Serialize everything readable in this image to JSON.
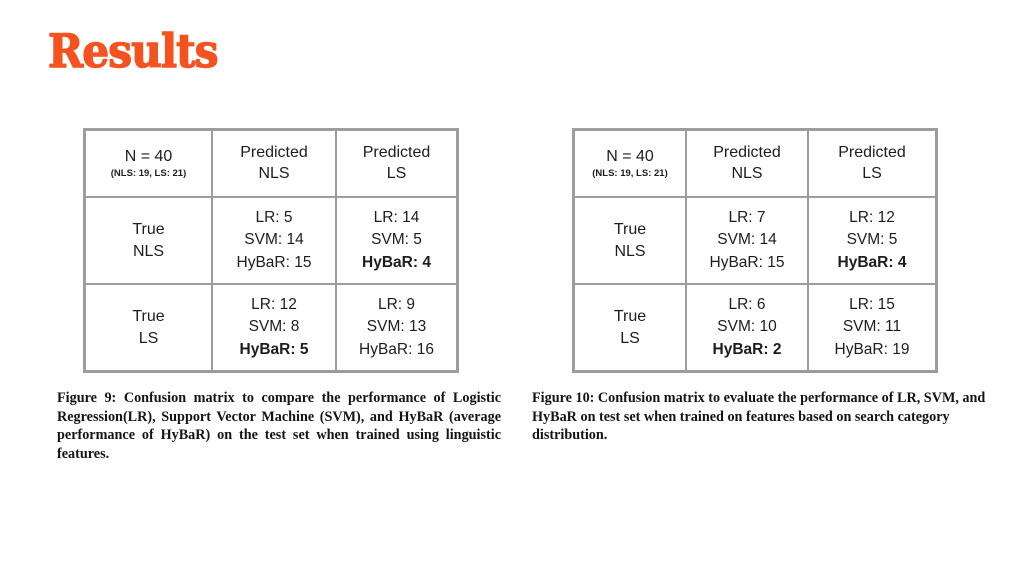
{
  "slide": {
    "title": "Results",
    "title_color": "#f4521f",
    "background": "#ffffff"
  },
  "palette": {
    "grid_border": "#9d9d9d",
    "highlight_green": "#bcd5ae",
    "highlight_yellow": "#f8ce50",
    "text": "#1d1d1d"
  },
  "figures": [
    {
      "id": "figure-9",
      "table": {
        "corner": {
          "main": "N = 40",
          "sub": "(NLS: 19, LS: 21)"
        },
        "column_headers": [
          {
            "line1": "Predicted",
            "line2": "NLS"
          },
          {
            "line1": "Predicted",
            "line2": "LS"
          }
        ],
        "rows": [
          {
            "label": {
              "line1": "True",
              "line2": "NLS"
            },
            "cells": [
              {
                "highlight": "none",
                "metrics": [
                  {
                    "model": "LR",
                    "value": "5",
                    "bold": false
                  },
                  {
                    "model": "SVM",
                    "value": "14",
                    "bold": false
                  },
                  {
                    "model": "HyBaR",
                    "value": "15",
                    "bold": false
                  }
                ]
              },
              {
                "highlight": "green",
                "metrics": [
                  {
                    "model": "LR",
                    "value": "14",
                    "bold": false
                  },
                  {
                    "model": "SVM",
                    "value": "5",
                    "bold": false
                  },
                  {
                    "model": "HyBaR",
                    "value": "4",
                    "bold": true
                  }
                ]
              }
            ]
          },
          {
            "label": {
              "line1": "True",
              "line2": "LS"
            },
            "cells": [
              {
                "highlight": "yellow",
                "metrics": [
                  {
                    "model": "LR",
                    "value": "12",
                    "bold": false
                  },
                  {
                    "model": "SVM",
                    "value": "8",
                    "bold": false
                  },
                  {
                    "model": "HyBaR",
                    "value": "5",
                    "bold": true
                  }
                ]
              },
              {
                "highlight": "none",
                "metrics": [
                  {
                    "model": "LR",
                    "value": "9",
                    "bold": false
                  },
                  {
                    "model": "SVM",
                    "value": "13",
                    "bold": false
                  },
                  {
                    "model": "HyBaR",
                    "value": "16",
                    "bold": false
                  }
                ]
              }
            ]
          }
        ]
      },
      "caption": "Figure 9: Confusion matrix to compare the performance of Logistic Regression(LR), Support Vector Machine (SVM), and HyBaR (average performance of HyBaR) on the test set when trained using linguistic features."
    },
    {
      "id": "figure-10",
      "table": {
        "corner": {
          "main": "N = 40",
          "sub": "(NLS: 19, LS: 21)"
        },
        "column_headers": [
          {
            "line1": "Predicted",
            "line2": "NLS"
          },
          {
            "line1": "Predicted",
            "line2": "LS"
          }
        ],
        "rows": [
          {
            "label": {
              "line1": "True",
              "line2": "NLS"
            },
            "cells": [
              {
                "highlight": "none",
                "metrics": [
                  {
                    "model": "LR",
                    "value": "7",
                    "bold": false
                  },
                  {
                    "model": "SVM",
                    "value": "14",
                    "bold": false
                  },
                  {
                    "model": "HyBaR",
                    "value": "15",
                    "bold": false
                  }
                ]
              },
              {
                "highlight": "green",
                "metrics": [
                  {
                    "model": "LR",
                    "value": "12",
                    "bold": false
                  },
                  {
                    "model": "SVM",
                    "value": "5",
                    "bold": false
                  },
                  {
                    "model": "HyBaR",
                    "value": "4",
                    "bold": true
                  }
                ]
              }
            ]
          },
          {
            "label": {
              "line1": "True",
              "line2": "LS"
            },
            "cells": [
              {
                "highlight": "yellow",
                "metrics": [
                  {
                    "model": "LR",
                    "value": "6",
                    "bold": false
                  },
                  {
                    "model": "SVM",
                    "value": "10",
                    "bold": false
                  },
                  {
                    "model": "HyBaR",
                    "value": "2",
                    "bold": true
                  }
                ]
              },
              {
                "highlight": "none",
                "metrics": [
                  {
                    "model": "LR",
                    "value": "15",
                    "bold": false
                  },
                  {
                    "model": "SVM",
                    "value": "11",
                    "bold": false
                  },
                  {
                    "model": "HyBaR",
                    "value": "19",
                    "bold": false
                  }
                ]
              }
            ]
          }
        ]
      },
      "caption": "Figure 10: Confusion matrix to evaluate the performance of LR, SVM, and HyBaR on test set when trained on features based on search category distribution."
    }
  ],
  "chart_data": {
    "type": "table",
    "title": "Results",
    "tables": [
      {
        "name": "Figure 9 confusion matrix",
        "n_total": 40,
        "class_counts": {
          "NLS": 19,
          "LS": 21
        },
        "row_labels": [
          "True NLS",
          "True LS"
        ],
        "column_labels": [
          "Predicted NLS",
          "Predicted LS"
        ],
        "series": [
          {
            "name": "LR",
            "values": [
              [
                5,
                14
              ],
              [
                12,
                9
              ]
            ]
          },
          {
            "name": "SVM",
            "values": [
              [
                14,
                5
              ],
              [
                8,
                13
              ]
            ]
          },
          {
            "name": "HyBaR",
            "values": [
              [
                15,
                4
              ],
              [
                5,
                16
              ]
            ]
          }
        ],
        "highlighted_cells": [
          {
            "row": "True NLS",
            "column": "Predicted LS",
            "color": "#bcd5ae"
          },
          {
            "row": "True LS",
            "column": "Predicted NLS",
            "color": "#f8ce50"
          }
        ]
      },
      {
        "name": "Figure 10 confusion matrix",
        "n_total": 40,
        "class_counts": {
          "NLS": 19,
          "LS": 21
        },
        "row_labels": [
          "True NLS",
          "True LS"
        ],
        "column_labels": [
          "Predicted NLS",
          "Predicted LS"
        ],
        "series": [
          {
            "name": "LR",
            "values": [
              [
                7,
                12
              ],
              [
                6,
                15
              ]
            ]
          },
          {
            "name": "SVM",
            "values": [
              [
                14,
                5
              ],
              [
                10,
                11
              ]
            ]
          },
          {
            "name": "HyBaR",
            "values": [
              [
                15,
                4
              ],
              [
                2,
                19
              ]
            ]
          }
        ],
        "highlighted_cells": [
          {
            "row": "True NLS",
            "column": "Predicted LS",
            "color": "#bcd5ae"
          },
          {
            "row": "True LS",
            "column": "Predicted NLS",
            "color": "#f8ce50"
          }
        ]
      }
    ]
  }
}
